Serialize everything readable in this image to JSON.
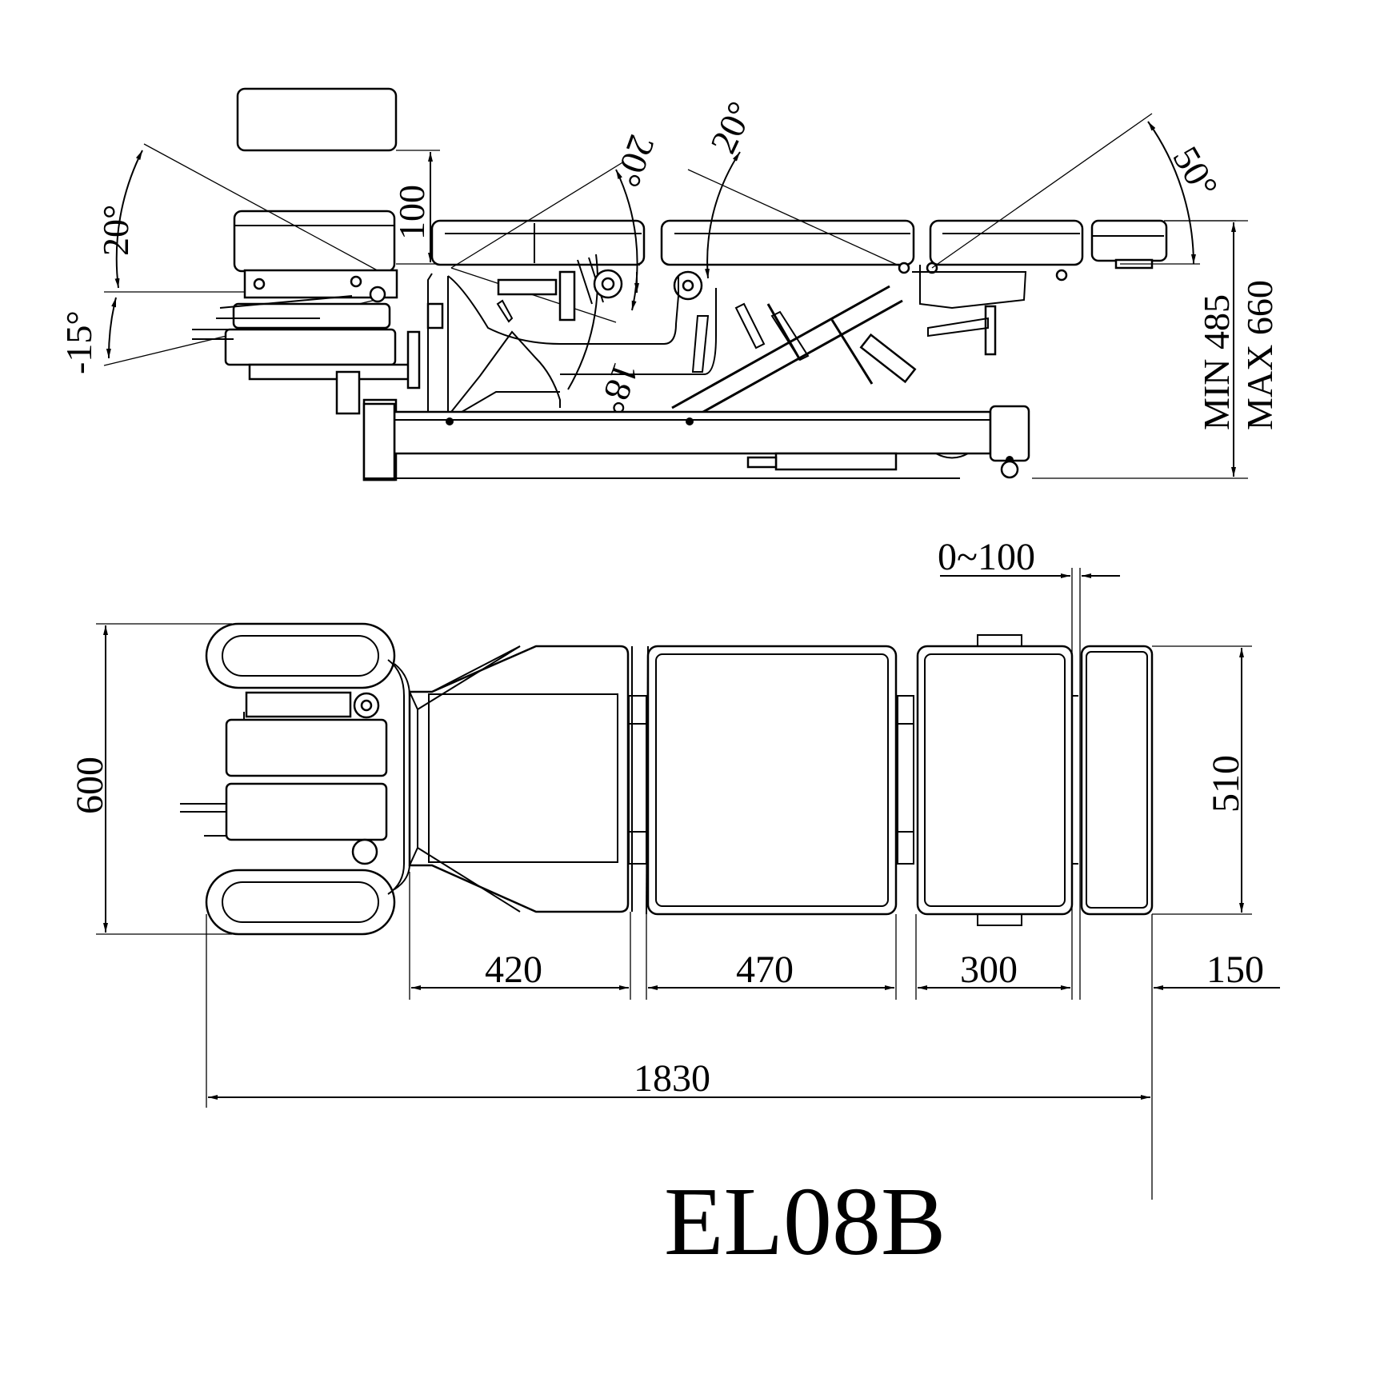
{
  "model": "EL08B",
  "side_view": {
    "angles": {
      "headrest_up": "20°",
      "headrest_down": "-15°",
      "chest_up": "20°",
      "pelvic_drop": "20°",
      "leg_up": "50°",
      "abdominal_drop": "18°"
    },
    "headrest_lift": "100",
    "height": {
      "min": "MIN 485",
      "max": "MAX 660"
    }
  },
  "top_view": {
    "width_total": "600",
    "width_cushion": "510",
    "sections": [
      "420",
      "470",
      "300",
      "150"
    ],
    "total_length": "1830",
    "extension": "0~100"
  }
}
